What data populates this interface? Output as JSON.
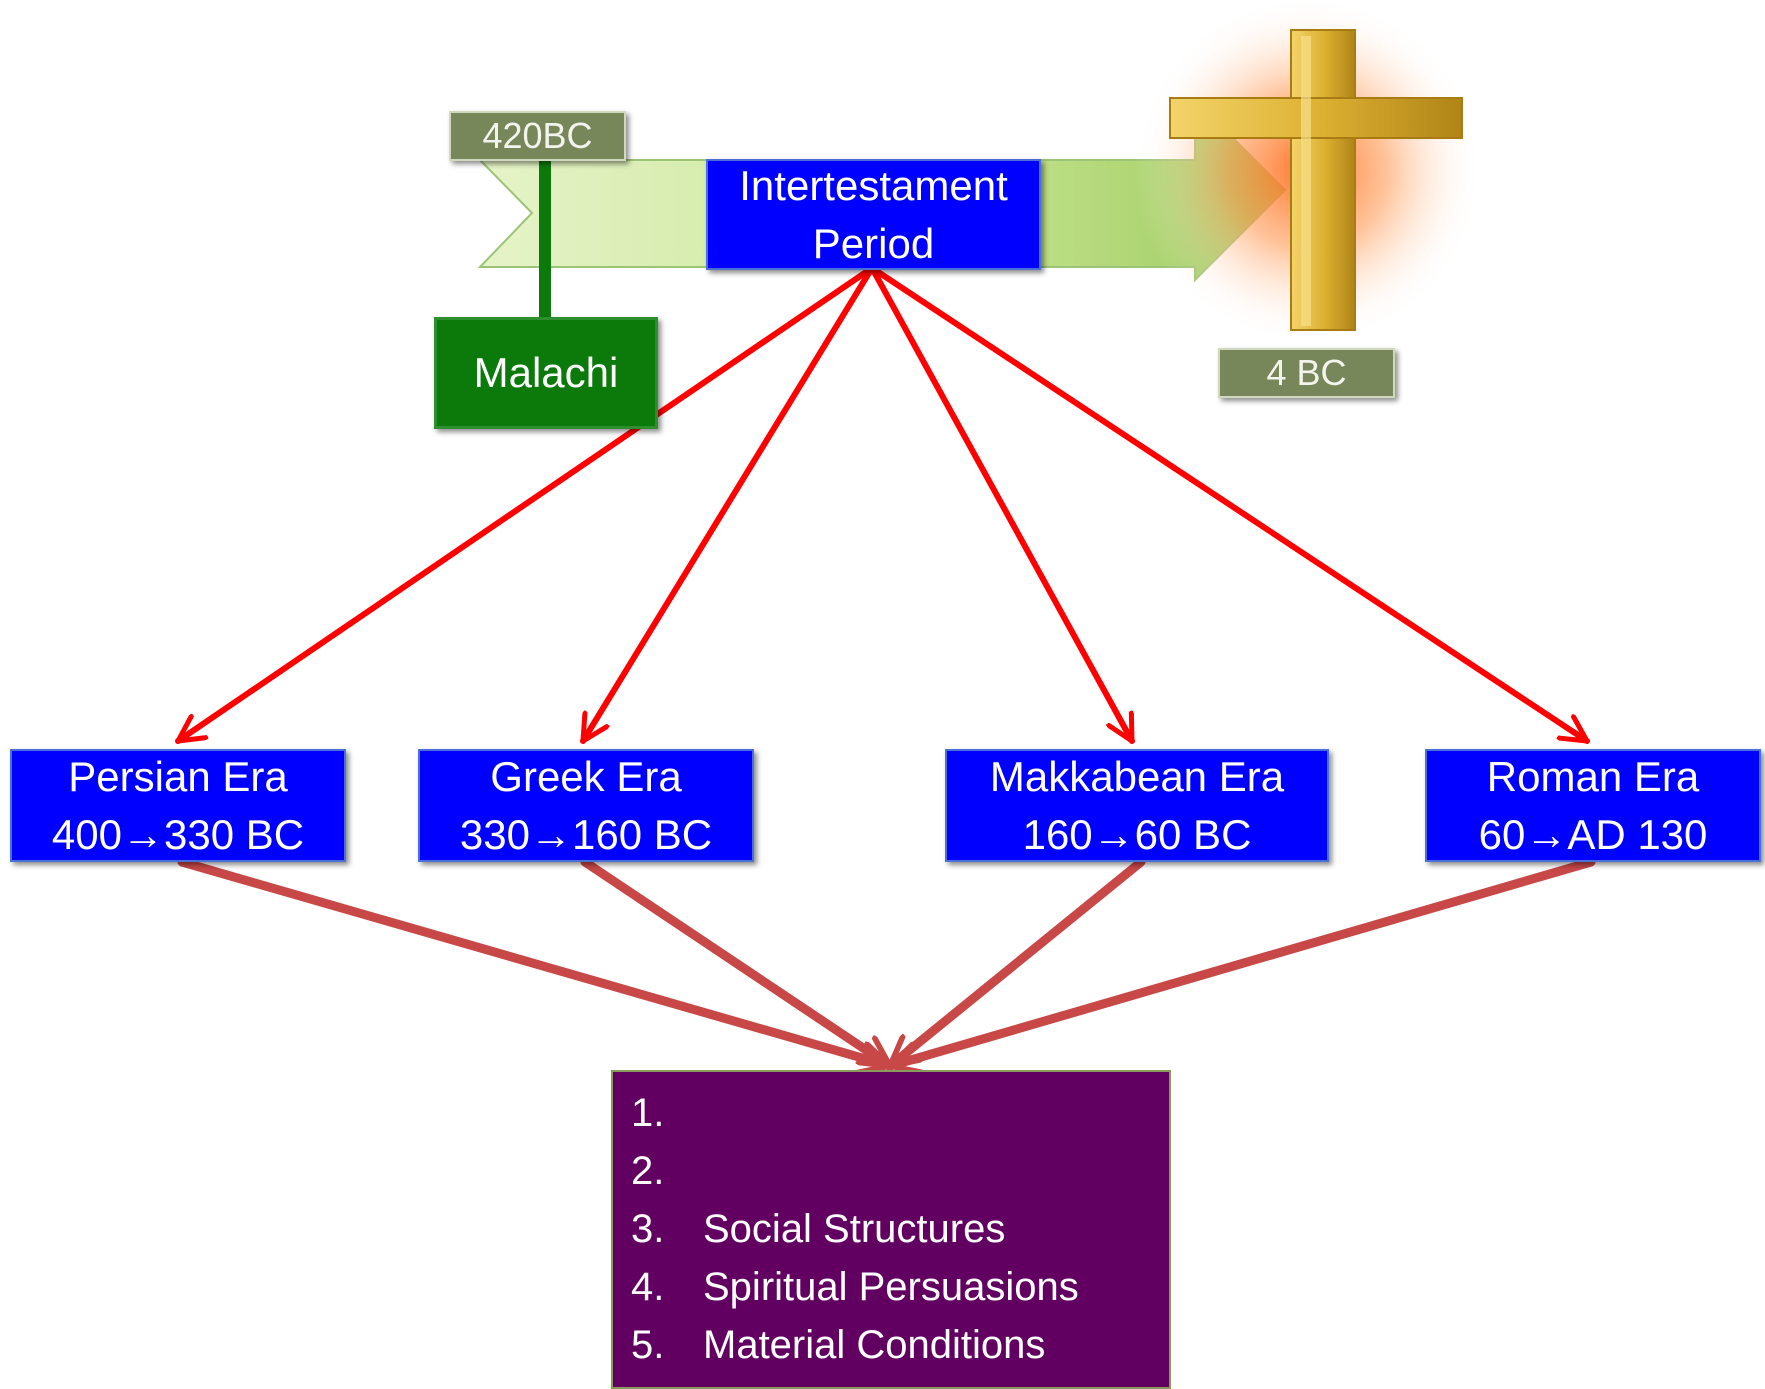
{
  "timeline": {
    "start_label": "420BC",
    "end_label": "4 BC",
    "period_title": "Intertestament Period",
    "prophet": "Malachi"
  },
  "eras": [
    {
      "name": "Persian Era",
      "range_from": "400",
      "range_to": "330 BC"
    },
    {
      "name": "Greek Era",
      "range_from": "330",
      "range_to": "160 BC"
    },
    {
      "name": "Makkabean Era",
      "range_from": "160",
      "range_to": "60 BC"
    },
    {
      "name": "Roman Era",
      "range_from": "60",
      "range_to": "AD 130"
    }
  ],
  "arrow_glyph": "→",
  "outcomes": [
    {
      "number": "1.",
      "text": ""
    },
    {
      "number": "2.",
      "text": ""
    },
    {
      "number": "3.",
      "text": "Social Structures"
    },
    {
      "number": "4.",
      "text": "Spiritual Persuasions"
    },
    {
      "number": "5.",
      "text": "Material Conditions"
    }
  ],
  "colors": {
    "era_box": "#0000ff",
    "label_box": "#77875a",
    "prophet_box": "#0b7a0b",
    "outcome_box": "#620062",
    "fan_out_arrows": "#ff0000",
    "converge_arrows": "#c84848",
    "timeline_arrow": "#bfe08a",
    "cross": "#e0b030"
  }
}
